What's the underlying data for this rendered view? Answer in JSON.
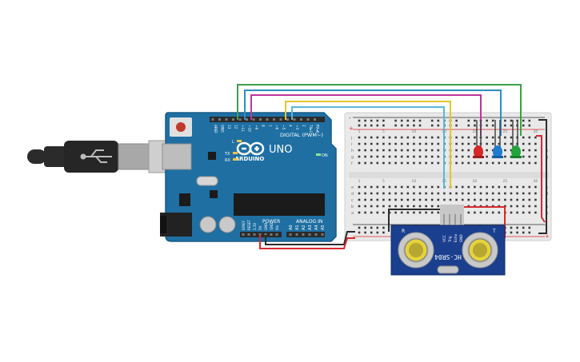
{
  "arduino": {
    "brand": "ARDUINO",
    "model": "UNO",
    "digital_label": "DIGITAL (PWM~)",
    "power_label": "POWER",
    "analog_label": "ANALOG IN",
    "on_label": "ON",
    "led_labels": [
      "L",
      "TX",
      "RX"
    ],
    "digital_pins": [
      "AREF",
      "GND",
      "13",
      "12",
      "~11",
      "~10",
      "~9",
      "8",
      "7",
      "~6",
      "~5",
      "4",
      "~3",
      "2",
      "TX▸1",
      "RX◂0"
    ],
    "power_pins": [
      "IOREF",
      "RESET",
      "3.3V",
      "5V",
      "GND",
      "GND",
      "Vin"
    ],
    "analog_pins": [
      "A0",
      "A1",
      "A2",
      "A3",
      "A4",
      "A5"
    ],
    "colors": {
      "board": "#1f6fa3",
      "header": "#2b2b2b"
    }
  },
  "breadboard": {
    "row_letters_top": [
      "j",
      "i",
      "h",
      "g",
      "f"
    ],
    "row_letters_bottom": [
      "e",
      "d",
      "c",
      "b",
      "a"
    ],
    "column_numbers": [
      "1",
      "5",
      "10",
      "15",
      "20",
      "25",
      "30"
    ],
    "rail_plus": "+",
    "rail_minus": "-"
  },
  "sensor": {
    "model": "HC-SR04",
    "pin_labels": [
      "VCC",
      "Trig",
      "Echo",
      "GND"
    ],
    "corner_labels": [
      "R",
      "T"
    ],
    "colors": {
      "board": "#1b3f8f"
    }
  },
  "leds": [
    {
      "color": "#d62828"
    },
    {
      "color": "#1f7bd1"
    },
    {
      "color": "#22a43a"
    }
  ],
  "wires": {
    "green": "#3aa14a",
    "magenta": "#c0359a",
    "teal": "#2a8fc0",
    "light_blue": "#5ab8d6",
    "yellow": "#e4c52a",
    "red": "#d9282f",
    "black": "#2b2b2b"
  }
}
